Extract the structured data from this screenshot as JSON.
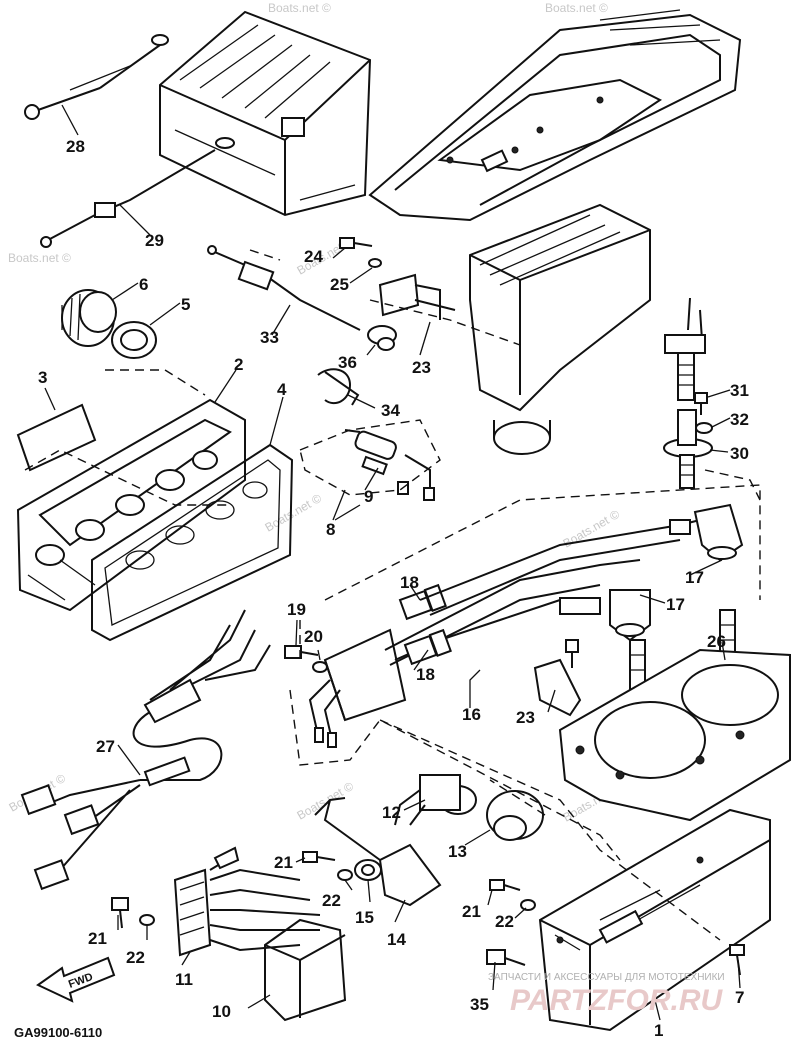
{
  "diagram": {
    "figure_code": "GA99100-6110",
    "fwd_label": "FWD",
    "watermark_text": "Boats.net ©",
    "shop_caption": "ЗАПЧАСТИ И АКСЕССУАРЫ ДЛЯ МОТОТЕХНИКИ",
    "shop_logo": "PARTZFOR.RU",
    "callouts": {
      "c1": "1",
      "c2": "2",
      "c3": "3",
      "c4": "4",
      "c5": "5",
      "c6": "6",
      "c7": "7",
      "c8": "8",
      "c9": "9",
      "c10": "10",
      "c11": "11",
      "c12": "12",
      "c13": "13",
      "c14": "14",
      "c15": "15",
      "c16": "16",
      "c17a": "17",
      "c17b": "17",
      "c18a": "18",
      "c18b": "18",
      "c19": "19",
      "c20": "20",
      "c21a": "21",
      "c21b": "21",
      "c21c": "21",
      "c22a": "22",
      "c22b": "22",
      "c22c": "22",
      "c23a": "23",
      "c23b": "23",
      "c24": "24",
      "c25": "25",
      "c26": "26",
      "c27": "27",
      "c28": "28",
      "c29": "29",
      "c30": "30",
      "c31": "31",
      "c32": "32",
      "c33": "33",
      "c34": "34",
      "c35": "35",
      "c36": "36"
    },
    "accent_color": "#111111",
    "logo_color": "#e8c9c9"
  }
}
